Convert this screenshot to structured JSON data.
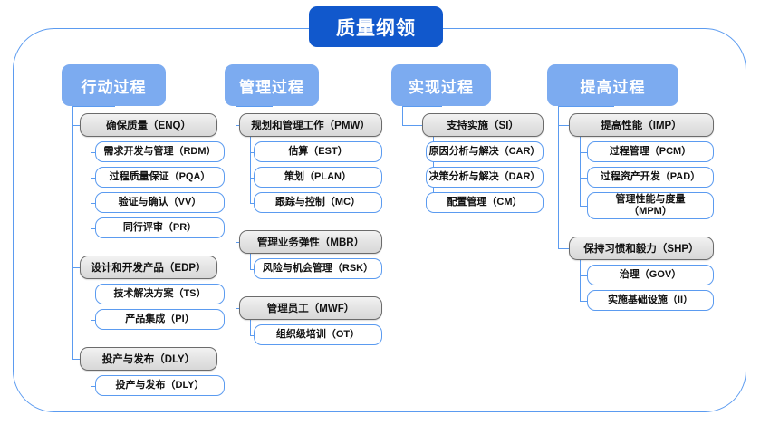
{
  "root": {
    "label": "质量纲领"
  },
  "colors": {
    "root_blue": "#1158cc",
    "header_blue": "#7cabf0",
    "line_blue": "#5b9bf0",
    "parent_gray": "#e3e3e3",
    "parent_border": "#6b6b6b",
    "child_border": "#5b9bf0",
    "frame_border": "#5b9bf0",
    "text_dark": "#111111",
    "text_light": "#ffffff"
  },
  "columns": [
    {
      "header": "行动过程",
      "groups": [
        {
          "parent": "确保质量（ENQ）",
          "children": [
            "需求开发与管理（RDM）",
            "过程质量保证（PQA）",
            "验证与确认（VV）",
            "同行评审（PR）"
          ]
        },
        {
          "parent": "设计和开发产品（EDP）",
          "children": [
            "技术解决方案（TS）",
            "产品集成（PI）"
          ]
        },
        {
          "parent": "投产与发布（DLY）",
          "children": [
            "投产与发布（DLY）"
          ]
        }
      ]
    },
    {
      "header": "管理过程",
      "groups": [
        {
          "parent": "规划和管理工作（PMW）",
          "children": [
            "估算（EST）",
            "策划（PLAN）",
            "跟踪与控制（MC）"
          ]
        },
        {
          "parent": "管理业务弹性（MBR）",
          "children": [
            "风险与机会管理（RSK）"
          ]
        },
        {
          "parent": "管理员工（MWF）",
          "children": [
            "组织级培训（OT）"
          ]
        }
      ]
    },
    {
      "header": "实现过程",
      "groups": [
        {
          "parent": "支持实施（SI）",
          "children": [
            "原因分析与解决（CAR）",
            "决策分析与解决（DAR）",
            "配置管理（CM）"
          ]
        }
      ]
    },
    {
      "header": "提高过程",
      "groups": [
        {
          "parent": "提高性能（IMP）",
          "children": [
            "过程管理（PCM）",
            "过程资产开发（PAD）",
            "管理性能与度量\n（MPM）"
          ]
        },
        {
          "parent": "保持习惯和毅力（SHP）",
          "children": [
            "治理（GOV）",
            "实施基础设施（II）"
          ]
        }
      ]
    }
  ]
}
